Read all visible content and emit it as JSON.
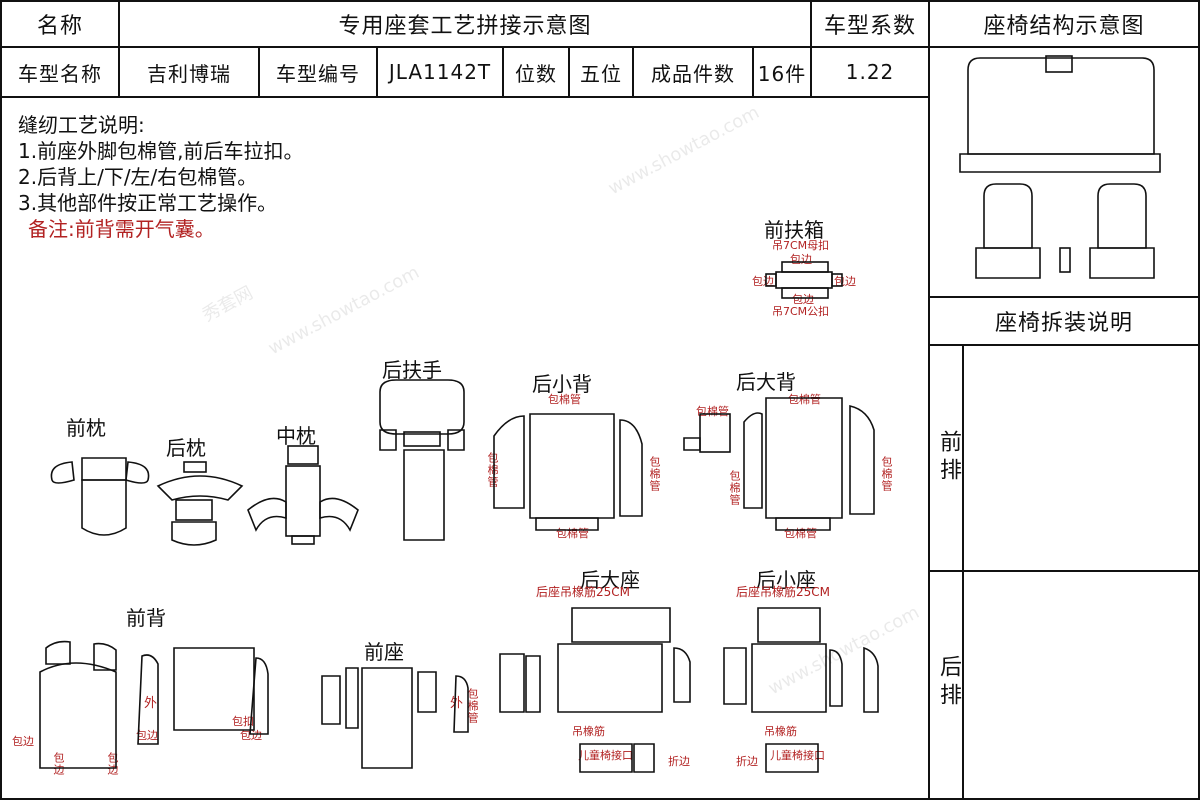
{
  "header": {
    "name_label": "名称",
    "title": "专用座套工艺拼接示意图",
    "coef_label": "车型系数",
    "structure_title": "座椅结构示意图"
  },
  "info_row": {
    "model_name_label": "车型名称",
    "model_name": "吉利博瑞",
    "model_code_label": "车型编号",
    "model_code": "JLA1142T",
    "seats_label": "位数",
    "seats": "五位",
    "pieces_label": "成品件数",
    "pieces": "16件",
    "coefficient": "1.22"
  },
  "notes": {
    "heading": "缝纫工艺说明:",
    "line1": "1.前座外脚包棉管,前后车拉扣。",
    "line2": "2.后背上/下/左/右包棉管。",
    "line3": "3.其他部件按正常工艺操作。",
    "remark": "备注:前背需开气囊。"
  },
  "parts": {
    "front_armbox": "前扶箱",
    "front_pillow": "前枕",
    "rear_pillow": "后枕",
    "middle_pillow": "中枕",
    "rear_armrest": "后扶手",
    "rear_small_back": "后小背",
    "rear_large_back": "后大背",
    "front_back": "前背",
    "front_seat": "前座",
    "rear_large_seat": "后大座",
    "rear_small_seat": "后小座"
  },
  "annotations": {
    "hang7_mother": "吊7CM母扣",
    "hang7_male": "吊7CM公扣",
    "wrap_edge": "包边",
    "wrap_tube": "包棉管",
    "rear_seat_elastic": "后座吊橡筋25CM",
    "outer": "外",
    "outer_tube": "包棉管",
    "hang_elastic": "吊橡筋",
    "fold_edge": "折边",
    "child_seat_interface": "儿童椅接口",
    "pull_buckle": "包扣"
  },
  "side": {
    "disassembly_title": "座椅拆装说明",
    "front_row": "前排",
    "rear_row": "后排"
  },
  "watermarks": [
    "www.showtao.com",
    "秀套网"
  ]
}
